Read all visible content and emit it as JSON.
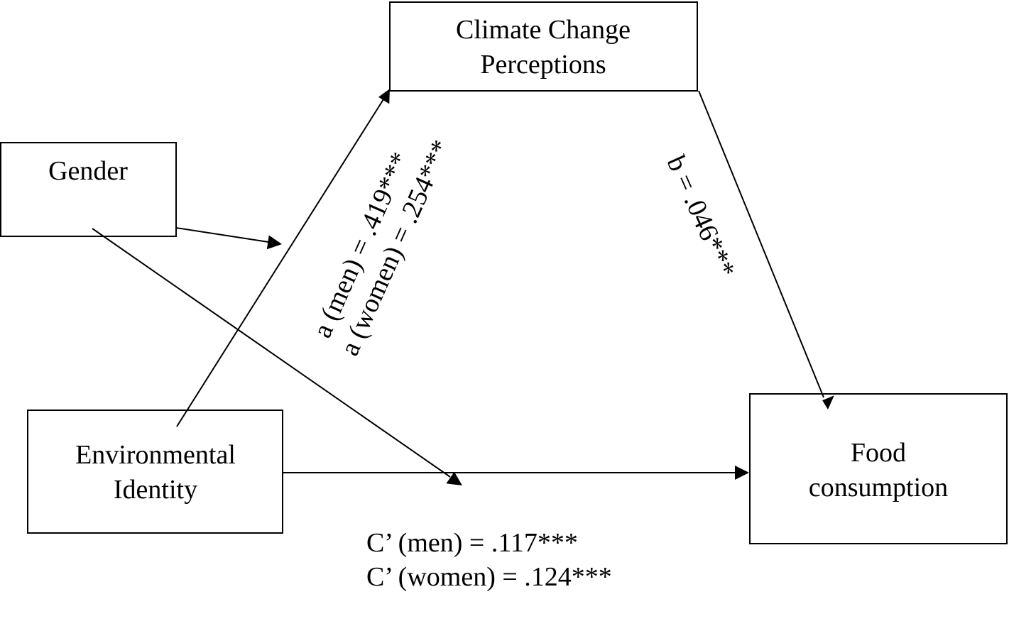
{
  "nodes": {
    "climate": {
      "line1": "Climate Change",
      "line2": "Perceptions"
    },
    "gender": {
      "line1": "Gender"
    },
    "env_identity": {
      "line1": "Environmental",
      "line2": "Identity"
    },
    "food": {
      "line1": "Food",
      "line2": "consumption"
    }
  },
  "paths": {
    "a_men": "a (men) = .419***",
    "a_women": "a (women) = .254***",
    "b": "b = .046***",
    "c_men": "C’ (men) = .117***",
    "c_women": "C’ (women) = .124***"
  }
}
